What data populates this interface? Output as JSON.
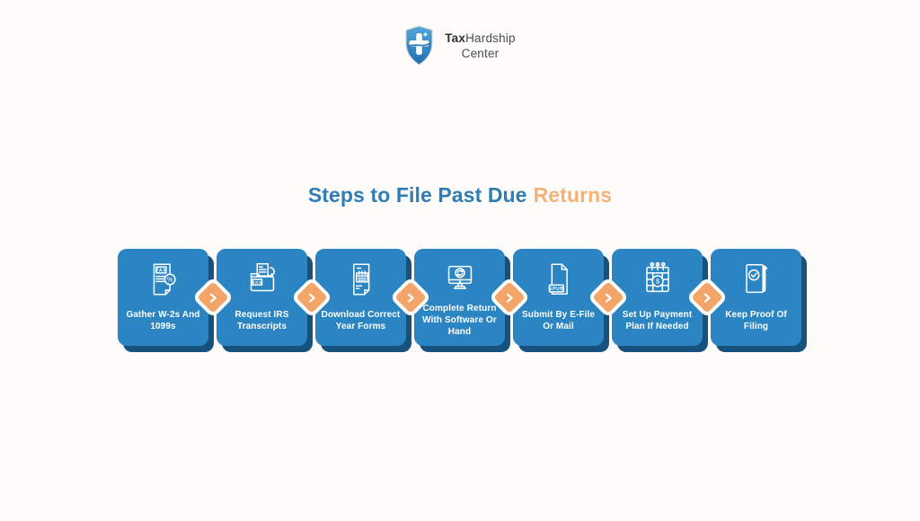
{
  "logo": {
    "shield_icon": "shield-cross-icon",
    "brand_bold": "Tax",
    "brand_rest": "Hardship",
    "brand_line2": "Center"
  },
  "title": {
    "text_primary": "Steps to File Past Due",
    "text_accent": "Returns",
    "primary_color": "#2e7db6",
    "accent_color": "#f6b175"
  },
  "colors": {
    "background": "#fdfcfa",
    "card_blue": "#2b85c3",
    "card_shadow_blue": "#16527d",
    "arrow_orange": "#f2a469",
    "icon_stroke": "#ffffff"
  },
  "steps": [
    {
      "label": "Gather W-2s And 1099s",
      "icon": "tax-document-percent-icon"
    },
    {
      "label": "Request IRS Transcripts",
      "icon": "irs-transcript-folder-icon"
    },
    {
      "label": "Download Correct Year Forms",
      "icon": "calendar-form-document-icon"
    },
    {
      "label": "Complete Return With Software Or Hand",
      "icon": "computer-sync-icon"
    },
    {
      "label": "Submit By E-File Or Mail",
      "icon": "efile-document-icon"
    },
    {
      "label": "Set Up Payment Plan If Needed",
      "icon": "payment-calendar-icon"
    },
    {
      "label": "Keep Proof Of Filing",
      "icon": "filing-proof-documents-icon"
    }
  ],
  "icon_texts": {
    "tax": "TAX",
    "percent": "%",
    "epub": "EPUB",
    "dollar": "$"
  }
}
